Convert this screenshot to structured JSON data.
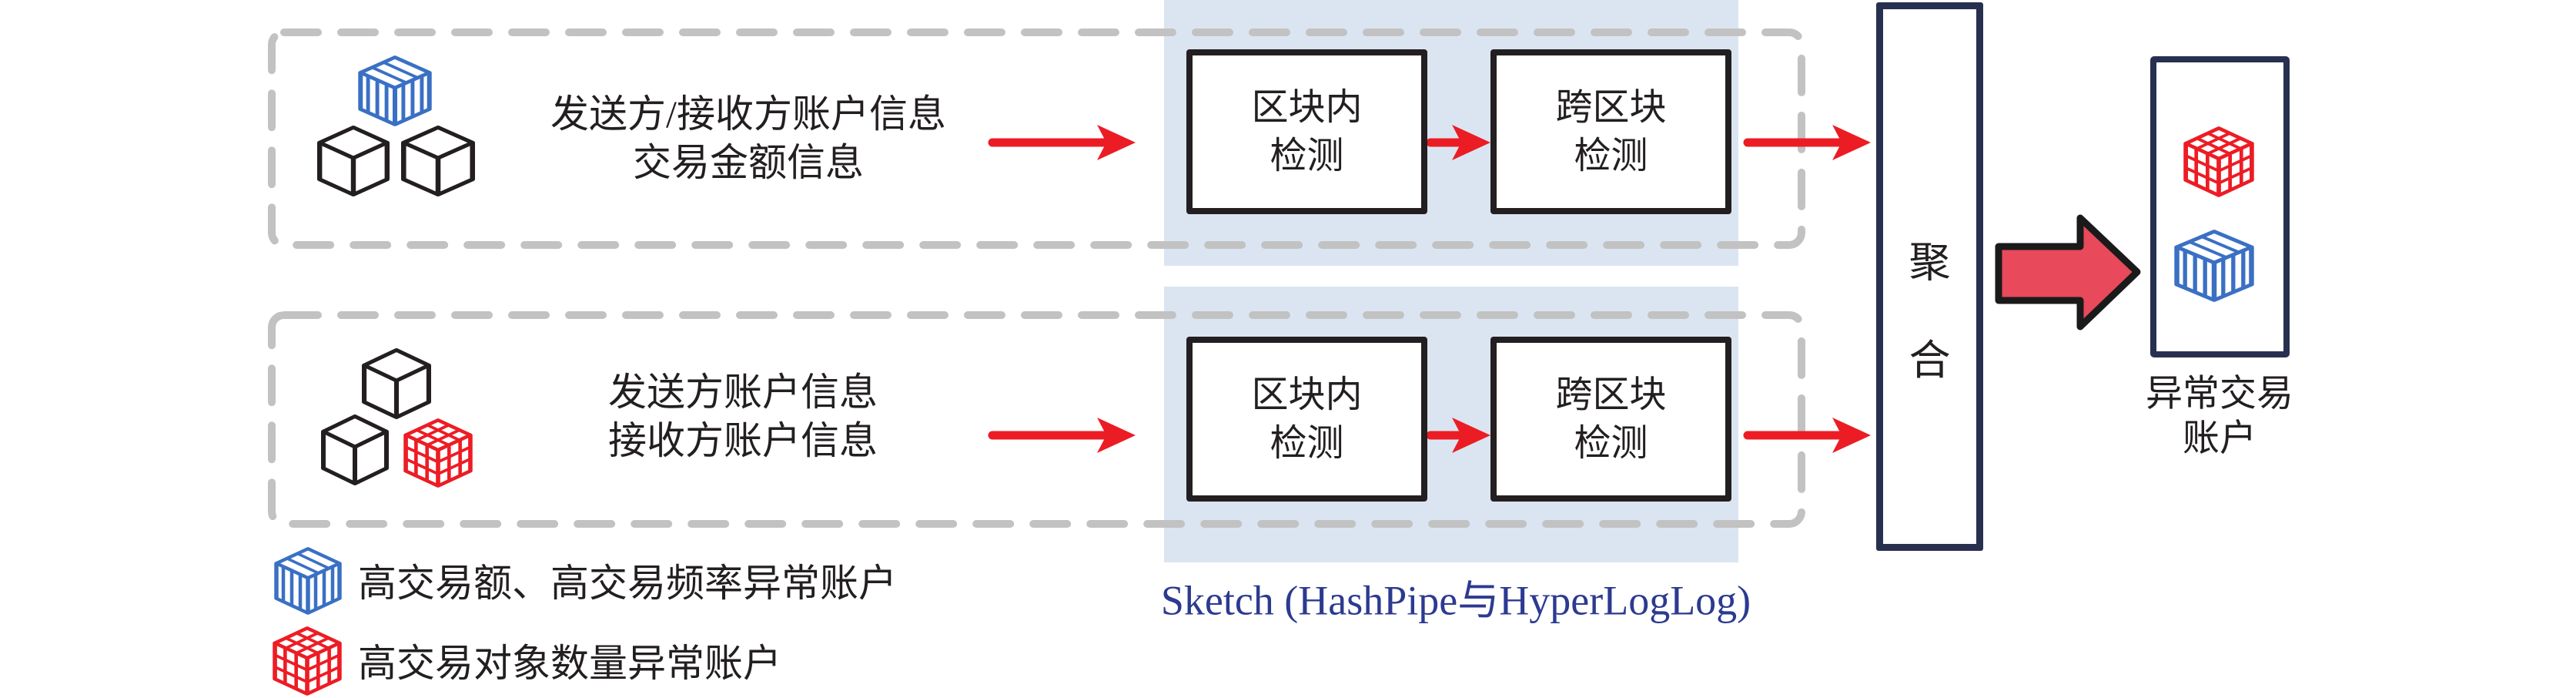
{
  "figure": {
    "inputs": {
      "row1": {
        "line1": "发送方/接收方账户信息",
        "line2": "交易金额信息"
      },
      "row2": {
        "line1": "发送方账户信息",
        "line2": "接收方账户信息"
      }
    },
    "stages": {
      "row1_inblock": {
        "line1": "区块内",
        "line2": "检测"
      },
      "row1_crossblock": {
        "line1": "跨区块",
        "line2": "检测"
      },
      "row2_inblock": {
        "line1": "区块内",
        "line2": "检测"
      },
      "row2_crossblock": {
        "line1": "跨区块",
        "line2": "检测"
      }
    },
    "aggregator": {
      "char1": "聚",
      "char2": "合"
    },
    "output_label": {
      "line1": "异常交易",
      "line2": "账户"
    },
    "sketch_label": "Sketch (HashPipe与HyperLogLog)",
    "legend": [
      {
        "icon": "blue-striped-cube-icon",
        "label": "高交易额、高交易频率异常账户"
      },
      {
        "icon": "red-grid-cube-icon",
        "label": "高交易对象数量异常账户"
      }
    ],
    "icons": {
      "blue_striped_cube": "high-amount-high-frequency-anomalous-account",
      "red_grid_cube": "high-counterparty-count-anomalous-account",
      "plain_cube": "normal-account",
      "flow_arrow": "red-flow-arrow",
      "big_arrow": "aggregate-output-arrow"
    },
    "colors": {
      "arrow_red": "#ec1c24",
      "big_arrow_fill": "#e8495b",
      "panel_blue": "#dbe5f2",
      "dash_gray": "#c2c2c2",
      "navy_border": "#283050",
      "cube_blue": "#3a70c4",
      "cube_red": "#ed1c24",
      "ink": "#231f20",
      "sketch_text": "#2c3a90"
    }
  }
}
